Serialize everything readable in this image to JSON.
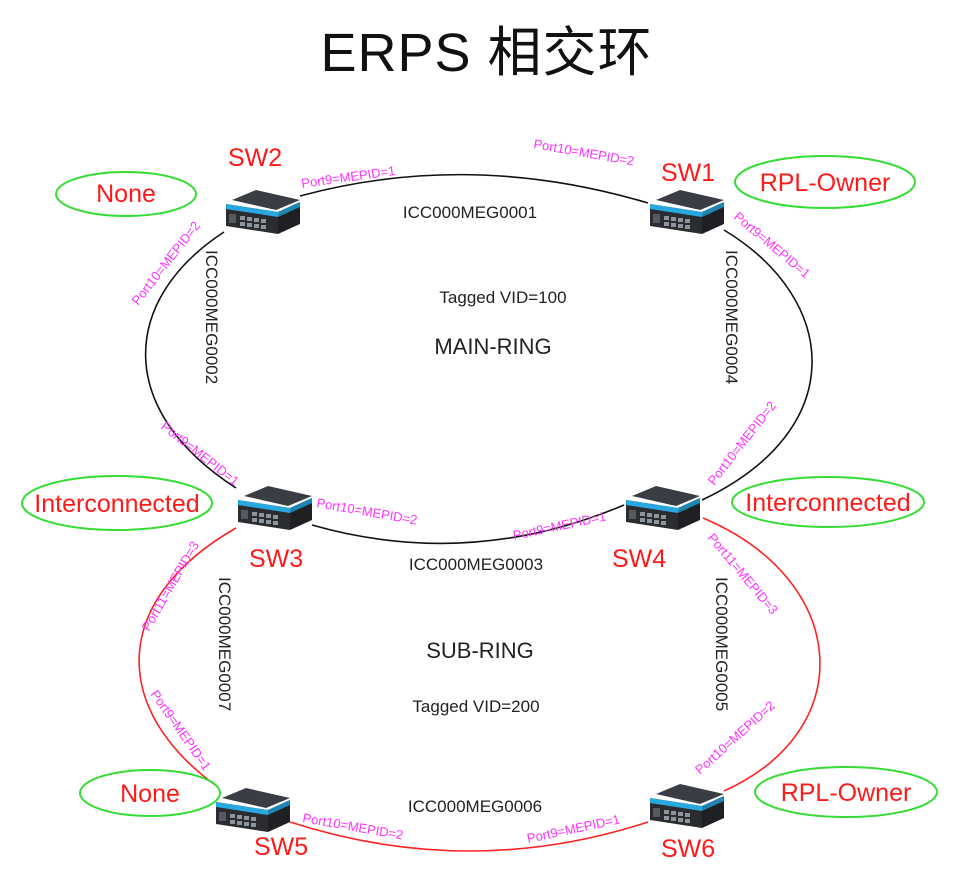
{
  "title": "ERPS 相交环",
  "colors": {
    "main_ring_link": "#111111",
    "sub_ring_link": "#ff2222",
    "switch_label": "#ff1a1a",
    "role_ellipse": "#33dd33",
    "port_label": "#ff33ff",
    "text": "#222222"
  },
  "rings": {
    "main": {
      "name": "MAIN-RING",
      "vid": "Tagged VID=100"
    },
    "sub": {
      "name": "SUB-RING",
      "vid": "Tagged VID=200"
    }
  },
  "switches": {
    "sw1": {
      "name": "SW1",
      "role": "RPL-Owner"
    },
    "sw2": {
      "name": "SW2",
      "role": "None"
    },
    "sw3": {
      "name": "SW3",
      "role": "Interconnected"
    },
    "sw4": {
      "name": "SW4",
      "role": "Interconnected"
    },
    "sw5": {
      "name": "SW5",
      "role": "None"
    },
    "sw6": {
      "name": "SW6",
      "role": "RPL-Owner"
    }
  },
  "links": {
    "meg0001": {
      "ring": "main",
      "from": "SW2",
      "to": "SW1",
      "meg": "ICC000MEG0001",
      "port_a": "Port9=MEPID=1",
      "port_b": "Port10=MEPID=2"
    },
    "meg0002": {
      "ring": "main",
      "from": "SW2",
      "to": "SW3",
      "meg": "ICC000MEG0002",
      "port_a": "Port10=MEPID=2",
      "port_b": "Port9=MEPID=1"
    },
    "meg0003": {
      "ring": "main",
      "from": "SW3",
      "to": "SW4",
      "meg": "ICC000MEG0003",
      "port_a": "Port10=MEPID=2",
      "port_b": "Port9=MEPID=1"
    },
    "meg0004": {
      "ring": "main",
      "from": "SW1",
      "to": "SW4",
      "meg": "ICC000MEG0004",
      "port_a": "Port9=MEPID=1",
      "port_b": "Port10=MEPID=2"
    },
    "meg0005": {
      "ring": "sub",
      "from": "SW4",
      "to": "SW6",
      "meg": "ICC000MEG0005",
      "port_a": "Port11=MEPID=3",
      "port_b": "Port10=MEPID=2"
    },
    "meg0006": {
      "ring": "sub",
      "from": "SW5",
      "to": "SW6",
      "meg": "ICC000MEG0006",
      "port_a": "Port10=MEPID=2",
      "port_b": "Port9=MEPID=1"
    },
    "meg0007": {
      "ring": "sub",
      "from": "SW3",
      "to": "SW5",
      "meg": "ICC000MEG0007",
      "port_a": "Port11=MEPID=3",
      "port_b": "Port9=MEPID=1"
    }
  }
}
